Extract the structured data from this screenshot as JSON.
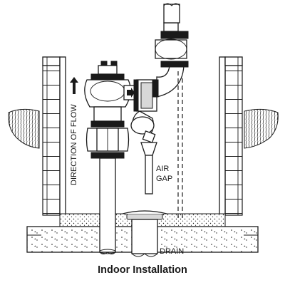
{
  "diagram": {
    "flow_label": "DIRECTION OF FLOW",
    "air_gap_label_line1": "AIR",
    "air_gap_label_line2": "GAP",
    "drain_label": "DRAIN"
  },
  "caption": "Indoor Installation"
}
